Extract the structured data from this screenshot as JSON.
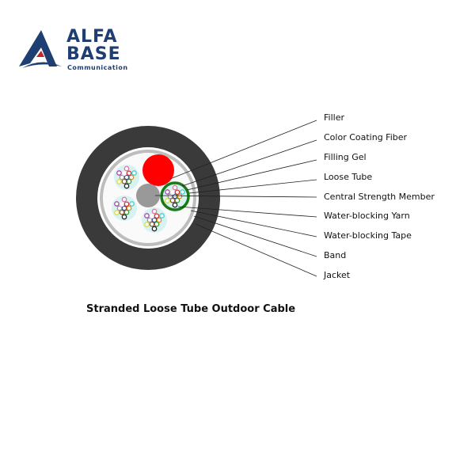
{
  "logo": {
    "line1": "ALFA",
    "line2": "BASE",
    "line3": "Communication"
  },
  "labels": [
    "Filler",
    "Color Coating Fiber",
    "Filling Gel",
    "Loose Tube",
    "Central Strength Member",
    "Water-blocking Yarn",
    "Water-blocking Tape",
    "Band",
    "Jacket"
  ],
  "caption": "Stranded Loose Tube Outdoor Cable",
  "colors": {
    "brand": "#1f3f73",
    "accent": "#c0282d",
    "jacket": "#3a3a3a",
    "filler": "#ff0000",
    "tube_ring": "#1a7a1a"
  }
}
